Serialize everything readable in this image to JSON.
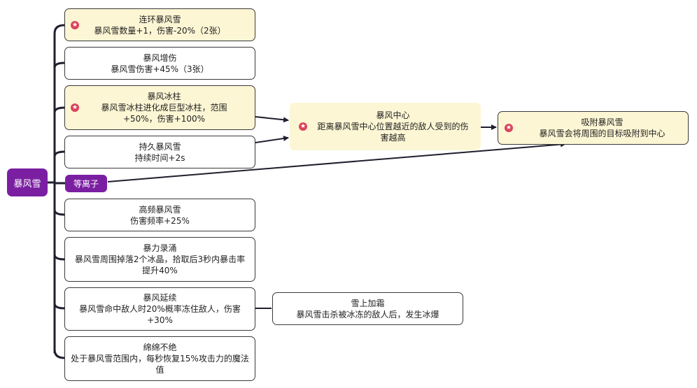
{
  "root": {
    "label": "暴风雪"
  },
  "tag": {
    "label": "等离子"
  },
  "branches": [
    {
      "title": "连环暴风雪",
      "desc": "暴风雪数量+1，伤害-20%（2张）",
      "highlight": true
    },
    {
      "title": "暴风增伤",
      "desc": "暴风雪伤害+45%（3张）",
      "highlight": false
    },
    {
      "title": "暴风冰柱",
      "desc": "暴风雪冰柱进化成巨型冰柱，范围+50%，伤害+100%",
      "highlight": true
    },
    {
      "title": "持久暴风雪",
      "desc": "持续时间+2s",
      "highlight": false
    },
    {
      "title": "高频暴风雪",
      "desc": "伤害频率+25%",
      "highlight": false
    },
    {
      "title": "暴力录涌",
      "desc": "暴风雪周围掉落2个冰晶，拾取后3秒内暴击率提升40%",
      "highlight": false
    },
    {
      "title": "暴风延续",
      "desc": "暴风雪命中敌人时20%概率冻住敌人，伤害+30%",
      "highlight": false
    },
    {
      "title": "绵绵不绝",
      "desc": "处于暴风雪范围内，每秒恢复15%攻击力的魔法值",
      "highlight": false
    }
  ],
  "secondary": [
    {
      "title": "暴风中心",
      "desc": "距离暴风雪中心位置越近的敌人受到的伤害越高",
      "highlight": true
    },
    {
      "title": "吸附暴风雪",
      "desc": "暴风雪会将周围的目标吸附到中心",
      "highlight": true
    },
    {
      "title": "雪上加霜",
      "desc": "暴风雪击杀被冰冻的敌人后，发生冰爆",
      "highlight": false
    }
  ],
  "colors": {
    "root": "#7b1fa2",
    "highlight_fill": "#fdf6d4",
    "star": "#d9455c",
    "line": "#1f1f2e"
  },
  "icons": {
    "star": "star-badge-icon"
  }
}
